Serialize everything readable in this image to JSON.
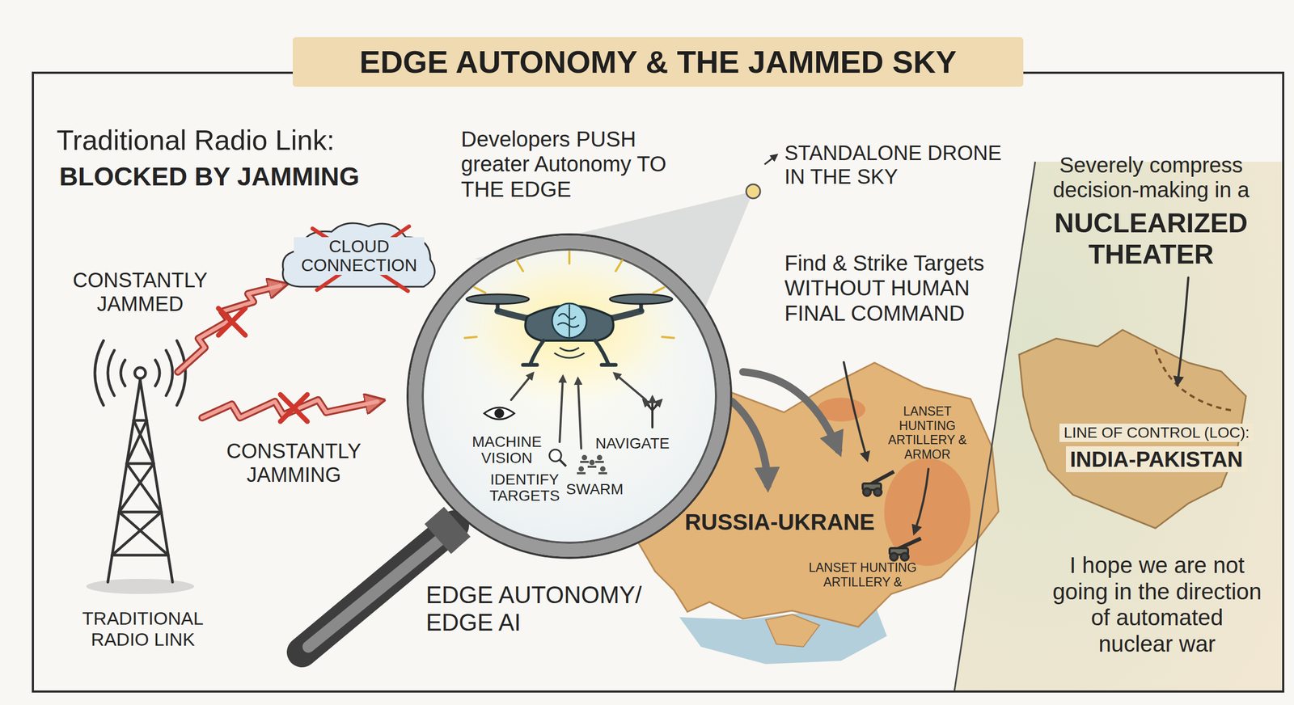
{
  "diagram": {
    "title": "EDGE AUTONOMY & THE JAMMED SKY",
    "nodes": [
      {
        "text": [
          "CLOUD CONNECTION"
        ]
      },
      {
        "text": [
          "MACHINE VISION",
          "IDENTIFY TARGETS",
          "SWARM",
          "NAVIGATE"
        ]
      }
    ],
    "labels": [
      "Traditional Radio Link:",
      "BLOCKED BY JAMMING",
      "CONSTANTLY JAMMED",
      "CONSTANTLY JAMMING",
      "TRADITIONAL RADIO LINK",
      "Developers PUSH greater Autonomy TO THE EDGE",
      "STANDALONE DRONE IN THE SKY",
      "EDGE AUTONOMY/ EDGE AI",
      "Find & Strike Targets WITHOUT HUMAN FINAL COMMAND",
      "LANSET HUNTING ARTILLERY & ARMOR",
      "RUSSIA-UKRANE",
      "LANSET HUNTING ARTILLERY &",
      "Severely compress decision-making in a",
      "NUCLEARIZED THEATER",
      "LINE OF CONTROL (LOC):",
      "INDIA-PAKISTAN",
      "I hope we are not going in the direction of automated nuclear war"
    ]
  }
}
